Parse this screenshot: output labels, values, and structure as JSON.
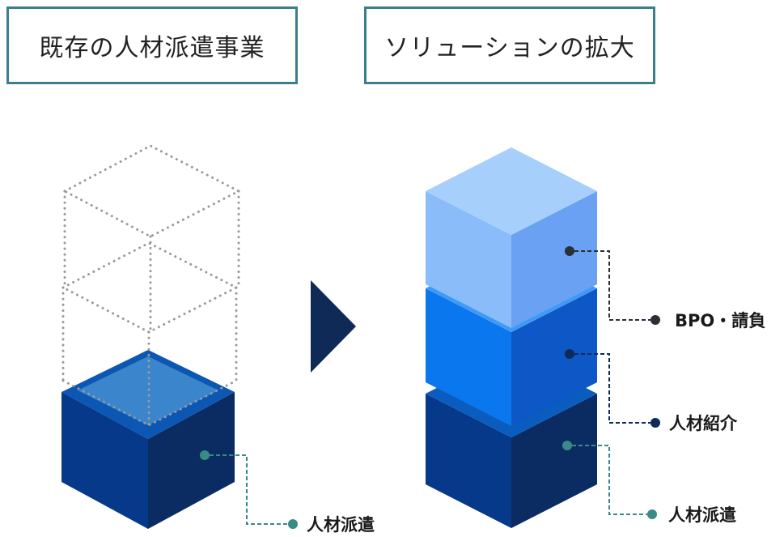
{
  "headers": {
    "left": "既存の人材派遣事業",
    "right": "ソリューションの拡大"
  },
  "left_stack": {
    "label": "人材派遣"
  },
  "right_stack": {
    "top_label": "BPO・請負",
    "middle_label": "人材紹介",
    "bottom_label": "人材派遣"
  },
  "colors": {
    "header_border": "#3a7f8b",
    "arrow": "#0f2a57",
    "dot_teal": "#3a8a86",
    "dot_navy": "#0d2a5a",
    "dot_dark": "#2a2e36",
    "cube_top_light": "#a6cff8",
    "cube_mid_blue": "#1579ea",
    "cube_bottom_navy": "#0a3a84"
  }
}
